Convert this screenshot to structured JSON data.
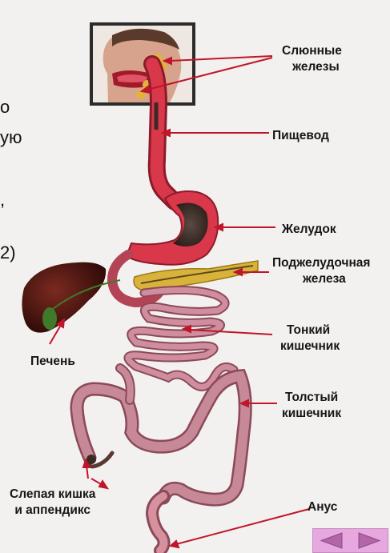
{
  "labels": {
    "salivary": [
      "Слюнные",
      "железы"
    ],
    "esophagus": "Пищевод",
    "stomach": "Желудок",
    "pancreas": [
      "Поджелудочная",
      "железа"
    ],
    "small_intestine": [
      "Тонкий",
      "кишечник"
    ],
    "liver": "Печень",
    "large_intestine": [
      "Толстый",
      "кишечник"
    ],
    "appendix": [
      "Слепая кишка",
      "и аппендикс"
    ],
    "anus": "Анус"
  },
  "edge_text": [
    "о",
    "ую",
    ",",
    "2)"
  ],
  "nav": {
    "prev_icon": "triangle-left-icon",
    "next_icon": "triangle-right-icon"
  },
  "colors": {
    "tract_red": "#d9374a",
    "tract_dark": "#8c1b2a",
    "intestine_pink": "#c78897",
    "liver": "#4a1510",
    "pancreas": "#d9b23a",
    "arrow": "#c0152b",
    "nav_bg": "#e6a8de",
    "nav_arrow": "#b266a8"
  }
}
